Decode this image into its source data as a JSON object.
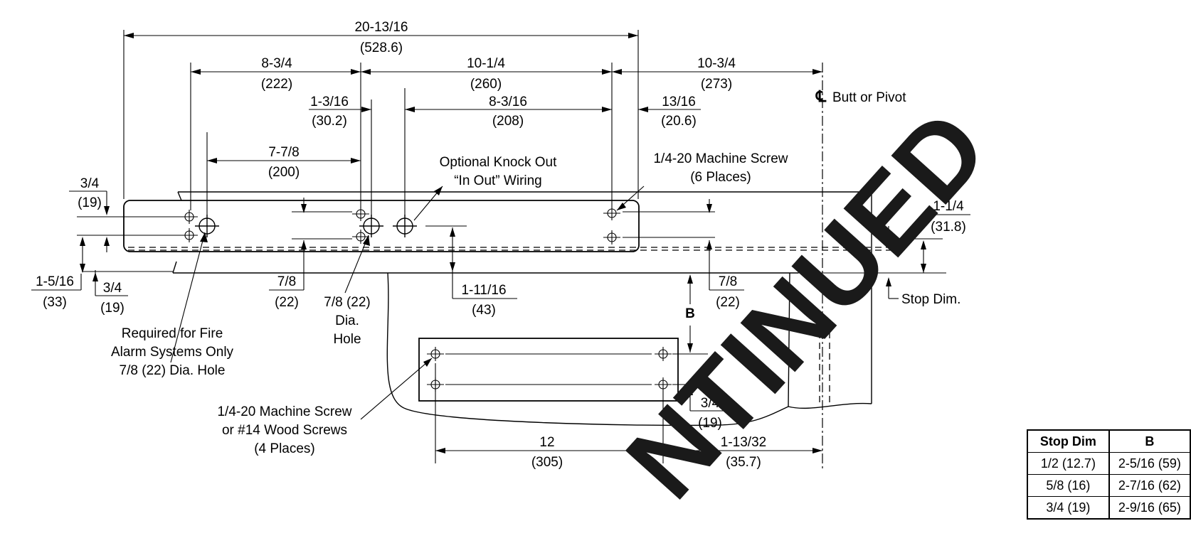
{
  "dimensions": {
    "overall": "20-13/16",
    "overall_mm": "(528.6)",
    "d1": "8-3/4",
    "d1_mm": "(222)",
    "d2": "10-1/4",
    "d2_mm": "(260)",
    "d3": "10-3/4",
    "d3_mm": "(273)",
    "d4": "1-3/16",
    "d4_mm": "(30.2)",
    "d5": "8-3/16",
    "d5_mm": "(208)",
    "d6": "13/16",
    "d6_mm": "(20.6)",
    "d7": "7-7/8",
    "d7_mm": "(200)",
    "d8": "3/4",
    "d8_mm": "(19)",
    "d9": "1-1/4",
    "d9_mm": "(31.8)",
    "d10": "1-5/16",
    "d10_mm": "(33)",
    "d11": "3/4",
    "d11_mm": "(19)",
    "d12": "7/8",
    "d12_mm": "(22)",
    "d13": "1-11/16",
    "d13_mm": "(43)",
    "d14": "7/8",
    "d14_mm": "(22)",
    "d15": "3/4",
    "d15_mm": "(19)",
    "d16": "12",
    "d16_mm": "(305)",
    "d17": "1-13/32",
    "d17_mm": "(35.7)"
  },
  "labels": {
    "centerline_symbol": "℄",
    "centerline": "Butt or Pivot",
    "knockout_l1": "Optional Knock Out",
    "knockout_l2": "“In Out” Wiring",
    "screw6_l1": "1/4-20 Machine Screw",
    "screw6_l2": "(6 Places)",
    "hole_l1": "7/8 (22)",
    "hole_l2": "Dia.",
    "hole_l3": "Hole",
    "fire_l1": "Required for Fire",
    "fire_l2": "Alarm Systems Only",
    "fire_l3": "7/8 (22) Dia. Hole",
    "screw4_l1": "1/4-20 Machine Screw",
    "screw4_l2": "or #14 Wood Screws",
    "screw4_l3": "(4 Places)",
    "stop_dim": "Stop Dim.",
    "b_label": "B"
  },
  "stamp": {
    "text": "DISCONTINUED",
    "visible_text": "NTINUED",
    "color": "#1a1a1a"
  },
  "table": {
    "headers": [
      "Stop Dim",
      "B"
    ],
    "rows": [
      [
        "1/2 (12.7)",
        "2-5/16 (59)"
      ],
      [
        "5/8 (16)",
        "2-7/16 (62)"
      ],
      [
        "3/4 (19)",
        "2-9/16 (65)"
      ]
    ]
  }
}
